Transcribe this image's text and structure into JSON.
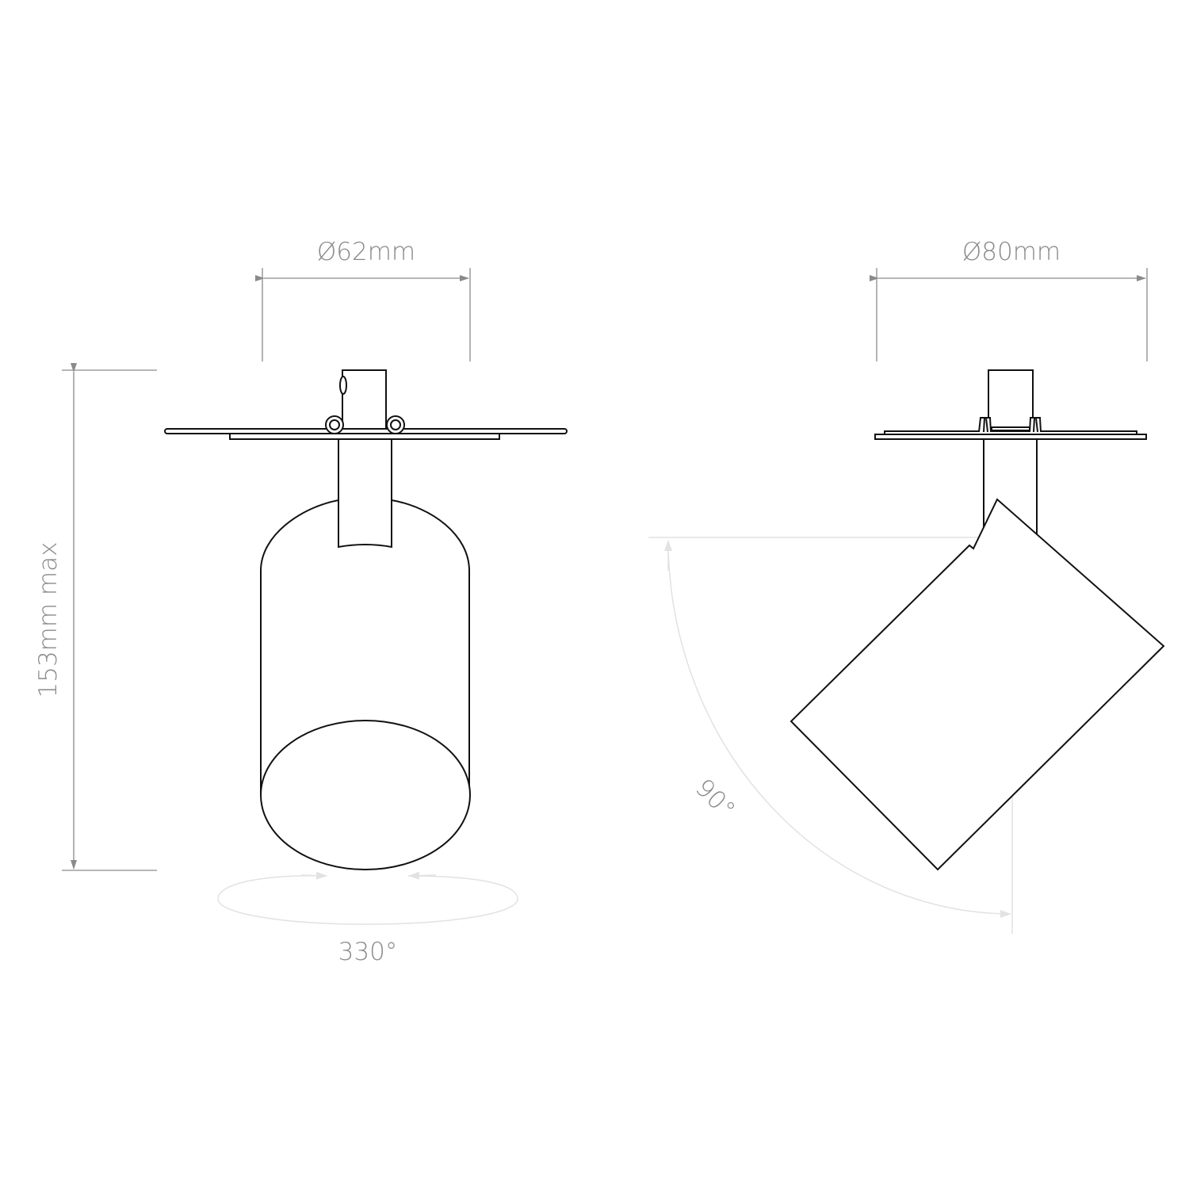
{
  "labels": {
    "front_width": "Ø62mm",
    "side_width": "Ø80mm",
    "height": "153mm max",
    "rotation": "330°",
    "tilt": "90°"
  },
  "colors": {
    "outline": "#111111",
    "dimension": "#8a8a8a",
    "motion": "#e2e2e2"
  }
}
